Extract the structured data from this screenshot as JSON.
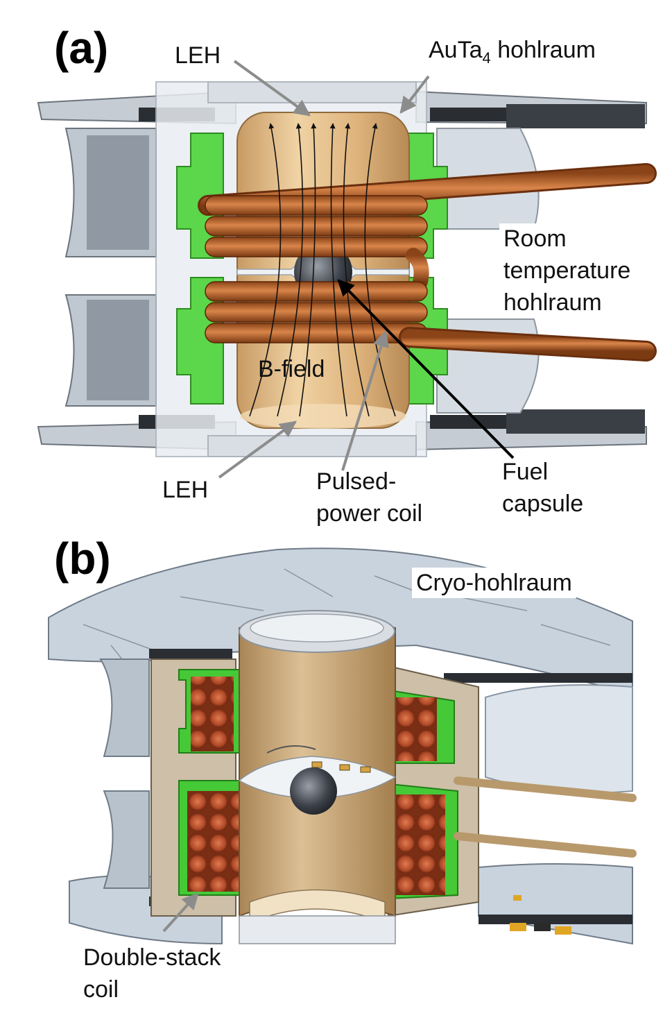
{
  "panel_a": {
    "letter": "(a)",
    "labels": {
      "leh_top": "LEH",
      "hohlraum_prefix": "AuTa",
      "hohlraum_sub": "4",
      "hohlraum_suffix": " hohlraum",
      "room_1": "Room",
      "room_2": "temperature",
      "room_3": "hohlraum",
      "bfield": "B-field",
      "leh_bottom": "LEH",
      "pulsed_1": "Pulsed-",
      "pulsed_2": "power coil",
      "fuel_1": "Fuel",
      "fuel_2": "capsule"
    }
  },
  "panel_b": {
    "letter": "(b)",
    "labels": {
      "cryo": "Cryo-hohlraum",
      "double_1": "Double-stack",
      "double_2": "coil"
    }
  },
  "colors": {
    "copper": "#b8652a",
    "gold": "#e0b985",
    "green": "#5cd64a",
    "steel": "#aab4c0",
    "dark": "#303438",
    "ice": "#c9d3de",
    "tan": "#cdbfa8"
  }
}
